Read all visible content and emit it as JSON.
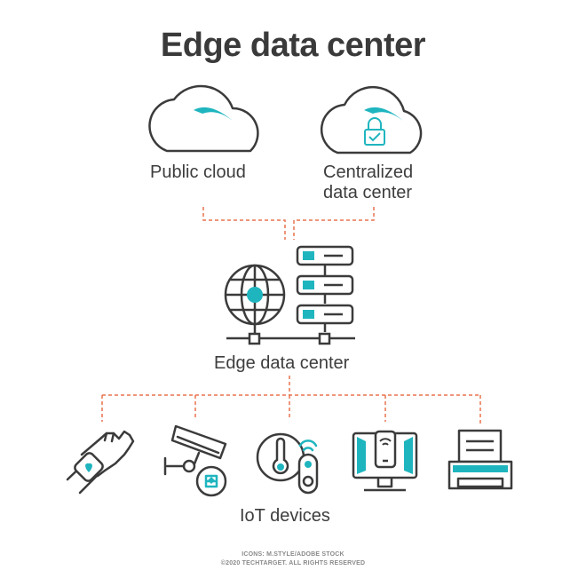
{
  "title": "Edge data center",
  "nodes": {
    "public_cloud": "Public cloud",
    "centralized_line1": "Centralized",
    "centralized_line2": "data center",
    "edge": "Edge data center",
    "iot": "IoT devices"
  },
  "credits": {
    "line1": "ICONS: M.STYLE/ADOBE STOCK",
    "line2": "©2020 TECHTARGET. ALL RIGHTS RESERVED"
  },
  "colors": {
    "accent": "#1fb5bf",
    "outline": "#3b3b3b",
    "connector": "#e8734f"
  },
  "icons": [
    "cloud-icon",
    "cloud-lock-icon",
    "globe-icon",
    "server-rack-icon",
    "smartwatch-icon",
    "security-camera-icon",
    "thermostat-icon",
    "monitor-phone-icon",
    "printer-icon"
  ]
}
